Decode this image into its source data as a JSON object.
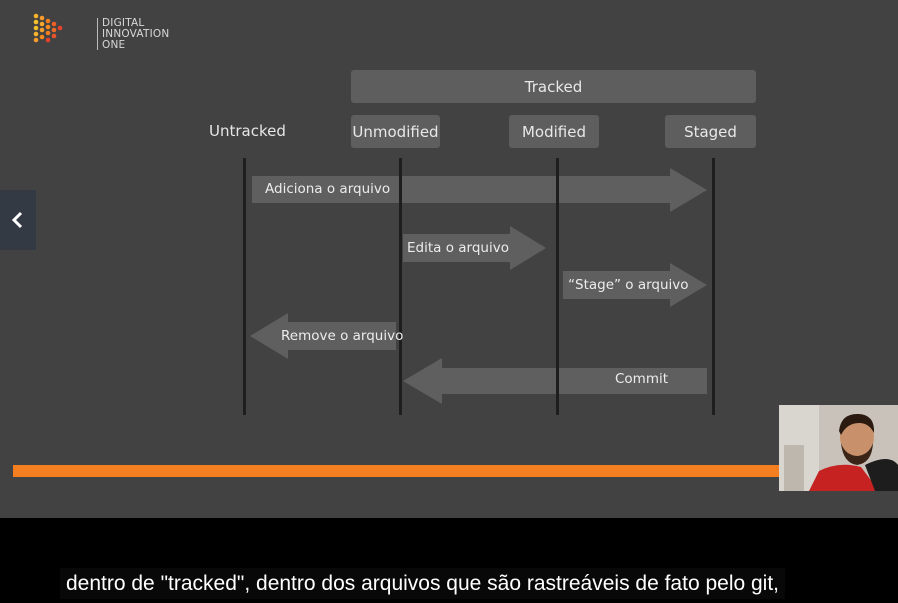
{
  "logo": {
    "lines": [
      "DIGITAL",
      "INNOVATION",
      "ONE"
    ]
  },
  "diagram": {
    "tracked_label": "Tracked",
    "states": {
      "untracked": "Untracked",
      "unmodified": "Unmodified",
      "modified": "Modified",
      "staged": "Staged"
    },
    "actions": {
      "add": "Adiciona o arquivo",
      "edit": "Edita o arquivo",
      "stage": "“Stage” o arquivo",
      "remove": "Remove o arquivo",
      "commit": "Commit"
    }
  },
  "player": {
    "progress_fraction": 0.86
  },
  "caption": {
    "text": "dentro de \"tracked\", dentro dos arquivos que são rastreáveis de fato pelo git,"
  },
  "colors": {
    "slide_bg": "#424242",
    "box_bg": "#5e5e5e",
    "progress": "#f47f20"
  },
  "icons": {
    "prev": "chevron-left-icon"
  }
}
